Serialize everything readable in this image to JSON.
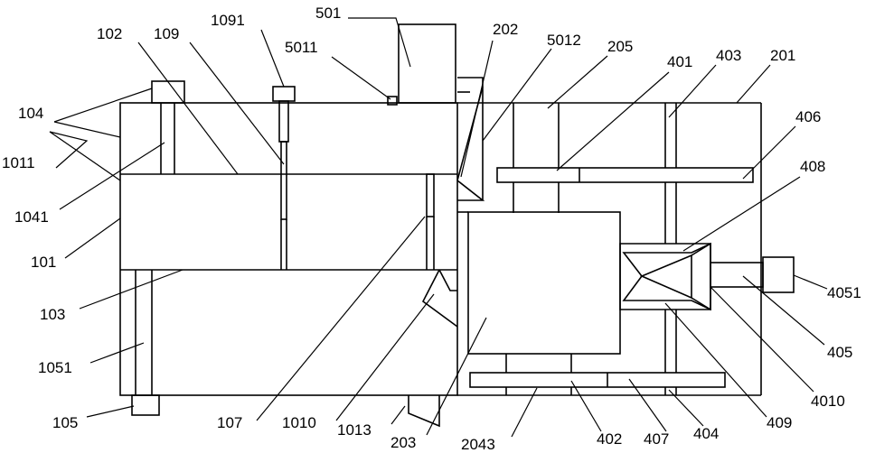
{
  "labels": {
    "l501": "501",
    "l1091": "1091",
    "l102": "102",
    "l109": "109",
    "l5011": "5011",
    "l202": "202",
    "l5012": "5012",
    "l205": "205",
    "l401": "401",
    "l403": "403",
    "l201": "201",
    "l104": "104",
    "l406": "406",
    "l1011": "1011",
    "l408": "408",
    "l1041": "1041",
    "l101": "101",
    "l4051": "4051",
    "l103": "103",
    "l405": "405",
    "l1051": "1051",
    "l4010": "4010",
    "l105": "105",
    "l107": "107",
    "l1010": "1010",
    "l1013": "1013",
    "l409": "409",
    "l203": "203",
    "l2043": "2043",
    "l402": "402",
    "l407": "407",
    "l404": "404"
  }
}
